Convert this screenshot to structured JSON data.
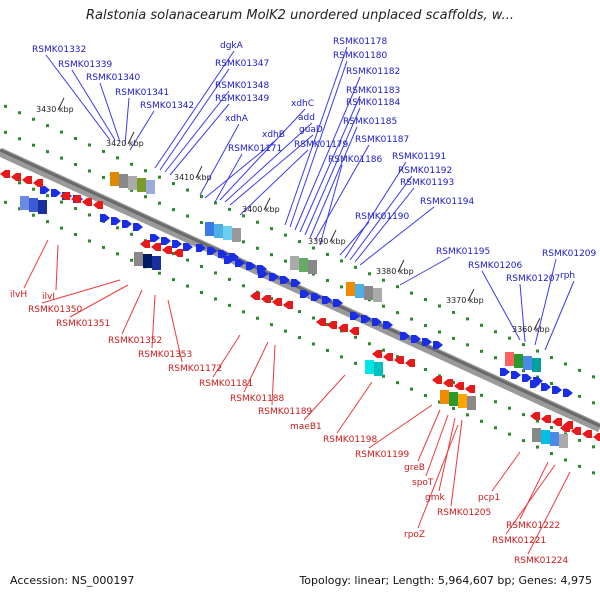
{
  "title": "Ralstonia solanacearum MolK2 unordered unplaced scaffolds, w...",
  "footer": {
    "accession": "Accession: NS_000197",
    "stats": "Topology: linear; Length: 5,964,607 bp; Genes: 4,975"
  },
  "colors": {
    "backbone": "#7a7a7a",
    "forward_label": "#1a1acc",
    "reverse_label": "#cc1a1a",
    "forward_gene": "#1a2ee6",
    "reverse_gene": "#e61a1a",
    "tick": "#2a8a2a",
    "leader_forward": "#3a3aee",
    "leader_reverse": "#ee3a3a"
  },
  "kbp_ticks": [
    "3430 kbp",
    "3420 kbp",
    "3410 kbp",
    "3400 kbp",
    "3390 kbp",
    "3380 kbp",
    "3370 kbp",
    "3360 kbp"
  ],
  "top_labels": [
    "RSMK01332",
    "RSMK01339",
    "RSMK01340",
    "RSMK01341",
    "RSMK01342",
    "dgkA",
    "RSMK01347",
    "RSMK01348",
    "RSMK01349",
    "xdhC",
    "add",
    "guaD",
    "xdhA",
    "xdhB",
    "RSMK01171",
    "RSMK01179",
    "RSMK01178",
    "RSMK01180",
    "RSMK01182",
    "RSMK01183",
    "RSMK01184",
    "RSMK01185",
    "RSMK01187",
    "RSMK01186",
    "RSMK01191",
    "RSMK01192",
    "RSMK01193",
    "RSMK01194",
    "RSMK01190",
    "RSMK01195",
    "RSMK01206",
    "RSMK01207",
    "RSMK01209",
    "rph"
  ],
  "bottom_labels": [
    "ilvH",
    "ilvI",
    "RSMK01350",
    "RSMK01351",
    "RSMK01352",
    "RSMK01353",
    "RSMK01172",
    "RSMK01181",
    "RSMK01188",
    "RSMK01189",
    "maeB1",
    "RSMK01198",
    "RSMK01199",
    "greB",
    "spoT",
    "gmk",
    "RSMK01205",
    "rpoZ",
    "pcp1",
    "RSMK01222",
    "RSMK01221",
    "RSMK01224"
  ]
}
